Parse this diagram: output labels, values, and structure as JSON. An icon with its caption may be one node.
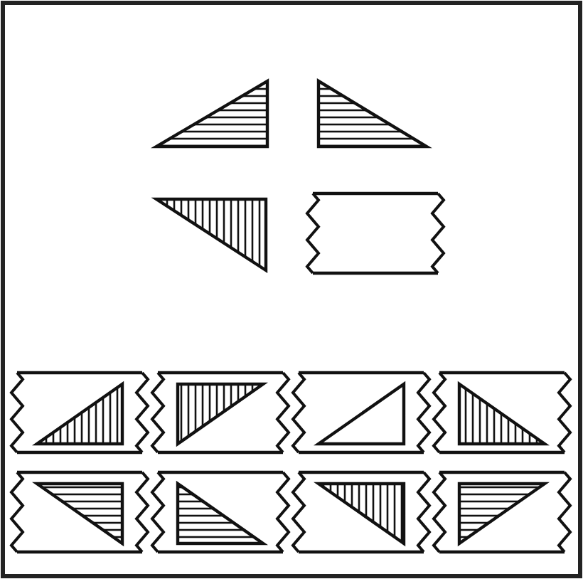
{
  "diagram": {
    "nodes": [
      {
        "text": [],
        "shape": "picture"
      },
      {
        "text": [],
        "shape": "picture"
      },
      {
        "text": [],
        "shape": "picture"
      },
      {
        "text": [],
        "shape": "box"
      },
      {
        "text": [],
        "shape": "picture"
      },
      {
        "text": [],
        "shape": "picture"
      },
      {
        "text": [],
        "shape": "picture"
      },
      {
        "text": [],
        "shape": "picture"
      },
      {
        "text": [],
        "shape": "picture"
      },
      {
        "text": [],
        "shape": "picture"
      },
      {
        "text": [],
        "shape": "picture"
      },
      {
        "text": [],
        "shape": "picture"
      }
    ]
  }
}
